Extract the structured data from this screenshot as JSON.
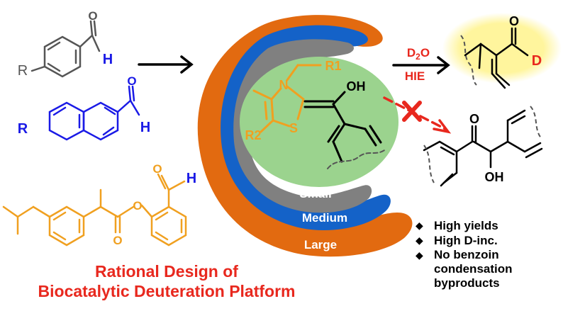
{
  "colors": {
    "orange": "#E26A10",
    "blue": "#1462C8",
    "gray": "#808080",
    "green": "#9BD38E",
    "substrate_orange": "#F0A020",
    "substrate_blue": "#1A1AE6",
    "red": "#E8281E",
    "highlight": "#FFF176"
  },
  "substrates": {
    "benzaldehyde": {
      "r_label": "R",
      "h_label": "H"
    },
    "naphthaldehyde": {
      "r_label": "R",
      "h_label": "H"
    },
    "ibuprofen_ester": {
      "h_label": "H"
    }
  },
  "reaction": {
    "reagent": "D2O",
    "method": "HIE",
    "product_atom_o": "O",
    "product_atom_d": "D"
  },
  "intermediate": {
    "n_label": "N",
    "s_label": "S",
    "oh_label": "OH",
    "r1_label": "R1",
    "r2_label": "R2"
  },
  "pockets": {
    "small": "Small",
    "medium": "Medium",
    "large": "Large"
  },
  "benzoin": {
    "o_label": "O",
    "oh_label": "OH"
  },
  "benefits": [
    "High yields",
    "High D-inc.",
    "No benzoin condensation byproducts"
  ],
  "benefits_lines": {
    "third_line1": "No benzoin",
    "third_line2": "condensation",
    "third_line3": "byproducts"
  },
  "bullet_glyph": "◆",
  "title": {
    "line1": "Rational Design of",
    "line2": "Biocatalytic Deuteration Platform"
  }
}
